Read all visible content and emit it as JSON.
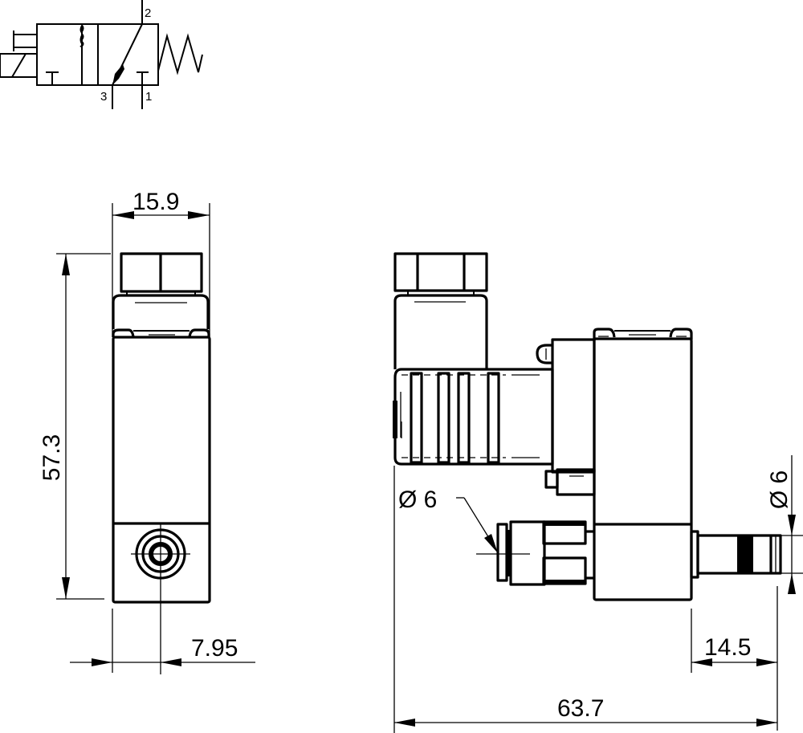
{
  "drawing": {
    "type": "technical-dimension-drawing",
    "subject": "3/2-way solenoid valve",
    "units": "mm"
  },
  "symbol": {
    "ports": {
      "p2": "2",
      "p3": "3",
      "p1": "1"
    }
  },
  "front_view": {
    "width_dim": "15.9",
    "height_dim": "57.3",
    "port_offset_dim": "7.95"
  },
  "side_view": {
    "inlet_diameter_label": "Ø 6",
    "outlet_diameter_label": "Ø 6",
    "outlet_length_dim": "14.5",
    "overall_length_dim": "63.7"
  }
}
